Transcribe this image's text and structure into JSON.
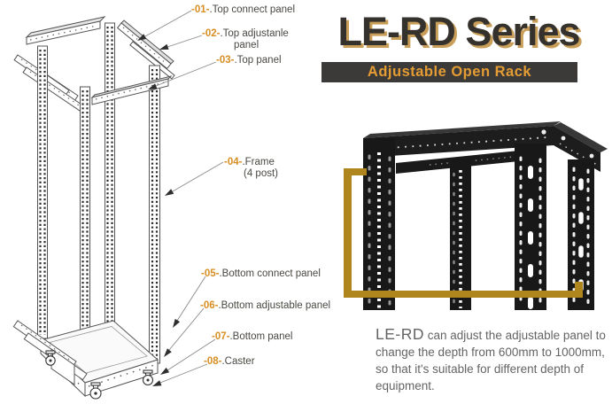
{
  "header": {
    "title": "LE-RD Series",
    "subtitle": "Adjustable Open Rack"
  },
  "diagram": {
    "labels": [
      {
        "num": "-01-",
        "text": ".Top connect panel"
      },
      {
        "num": "-02-",
        "text": ".Top adjustanle",
        "text2": "panel"
      },
      {
        "num": "-03-",
        "text": ".Top panel"
      },
      {
        "num": "-04-",
        "text": ".Frame",
        "text2": "(4 post)"
      },
      {
        "num": "-05-",
        "text": ".Bottom connect panel"
      },
      {
        "num": "-06-",
        "text": ".Bottom adjustable panel"
      },
      {
        "num": "-07-",
        "text": ".Bottom panel"
      },
      {
        "num": "-08-",
        "text": ".Caster"
      }
    ]
  },
  "description": {
    "lead": "LE-RD",
    "body": " can adjust the adjustable panel to change the depth from 600mm to 1000mm, so that it's suitable for different depth of equipment."
  },
  "colors": {
    "title": "#35322E",
    "title-shadow": "#C89E58",
    "subtitle": "#E59C33",
    "subtitle-bg": "#3B3A38",
    "label-num": "#D78E23",
    "label-text": "#4A4843",
    "gold-frame": "#AE861D",
    "desc-text": "#646464"
  }
}
